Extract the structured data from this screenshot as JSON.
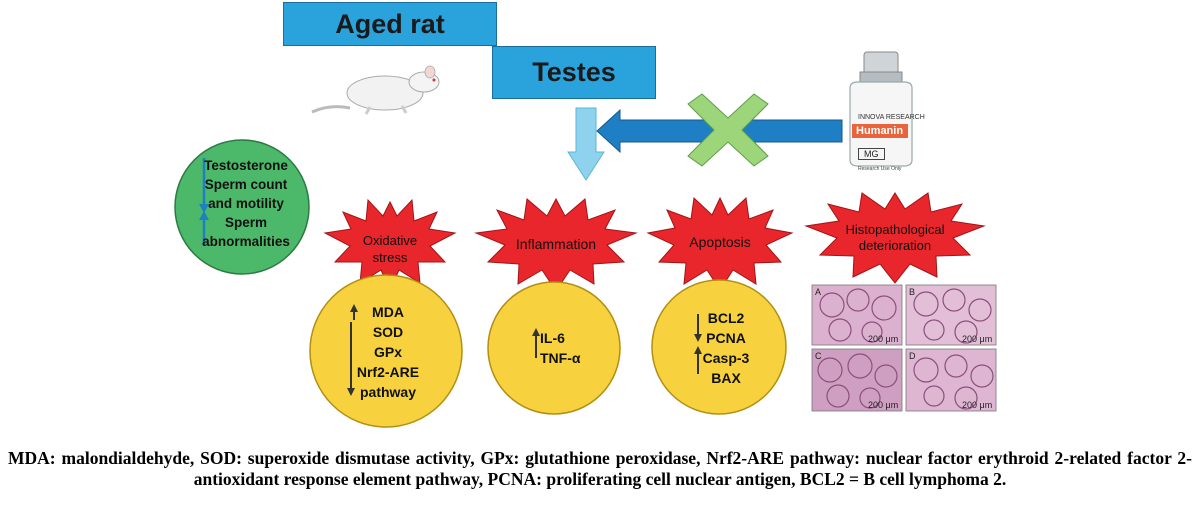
{
  "header": {
    "aged_rat": "Aged rat",
    "testes": "Testes"
  },
  "vial": {
    "brand": "INNOVA RESEARCH",
    "name": "Humanin",
    "amount": "MG",
    "note": "Research Use Only"
  },
  "green_circle": {
    "lines": [
      "Testosterone",
      "Sperm count",
      "and motility",
      "Sperm",
      "abnormalities"
    ]
  },
  "stars": [
    {
      "lines": [
        "Oxidative",
        "stress"
      ]
    },
    {
      "lines": [
        "Inflammation"
      ]
    },
    {
      "lines": [
        "Apoptosis"
      ]
    },
    {
      "lines": [
        "Histopathological",
        "deterioration"
      ]
    }
  ],
  "circles": [
    {
      "lines": [
        "MDA",
        "SOD",
        "GPx",
        "Nrf2-ARE",
        "pathway"
      ]
    },
    {
      "lines": [
        "IL-6",
        "TNF-α"
      ]
    },
    {
      "lines": [
        "BCL2",
        "PCNA",
        "Casp-3",
        "BAX"
      ]
    }
  ],
  "histology": {
    "panels": [
      "A",
      "B",
      "C",
      "D"
    ],
    "scale": "200 μm"
  },
  "caption": "MDA: malondialdehyde, SOD: superoxide dismutase activity, GPx: glutathione peroxidase, Nrf2-ARE pathway: nuclear factor erythroid 2-related factor 2-antioxidant response element pathway, PCNA: proliferating cell nuclear antigen, BCL2 = B cell lymphoma 2.",
  "colors": {
    "box_blue": "#2aa3dc",
    "star_red": "#e8262b",
    "circle_yellow": "#f7d23e",
    "circle_green": "#4cb86a",
    "arrow_blue": "#1e7fc4",
    "cross_green": "#9dd67a",
    "histology_pink": "#d9a8c8"
  }
}
